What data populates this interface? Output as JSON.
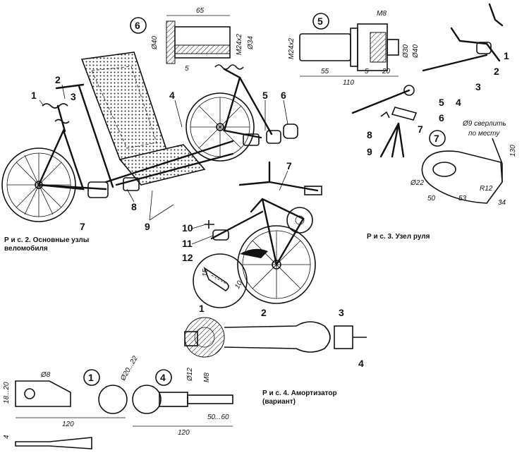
{
  "fig2": {
    "caption_line1": "Р и с. 2. Основные узлы",
    "caption_line2": "веломобиля",
    "callouts": [
      "1",
      "2",
      "3",
      "4",
      "5",
      "6",
      "7",
      "8",
      "9",
      "10",
      "11",
      "12"
    ],
    "detail_dims": [
      "15",
      "10"
    ]
  },
  "fig3": {
    "caption": "Р и с. 3. Узел руля",
    "callouts": [
      "1",
      "2",
      "3",
      "4",
      "5",
      "6",
      "7",
      "8",
      "9"
    ]
  },
  "fig4": {
    "caption_line1": "Р и с.  4.  Амортизатор",
    "caption_line2": "(вариант)",
    "callouts": [
      "1",
      "2",
      "3",
      "4"
    ]
  },
  "part6": {
    "number": "6",
    "dims": [
      "65",
      "Ø40",
      "M24x2",
      "Ø34",
      "5"
    ]
  },
  "part5": {
    "number": "5",
    "dims": [
      "M8",
      "M24x2",
      "Ø30",
      "Ø40",
      "55",
      "5",
      "20",
      "110"
    ]
  },
  "part7": {
    "number": "7",
    "note_line1": "Ø9 сверлить",
    "note_line2": "по месту",
    "dims": [
      "130",
      "Ø22",
      "50",
      "53",
      "R12",
      "34"
    ]
  },
  "part1": {
    "number": "1",
    "dims": [
      "Ø8",
      "Ø20...22",
      "18...20",
      "120",
      "4"
    ]
  },
  "part4": {
    "number": "4",
    "dims": [
      "Ø12",
      "M8",
      "50...60",
      "120"
    ]
  }
}
